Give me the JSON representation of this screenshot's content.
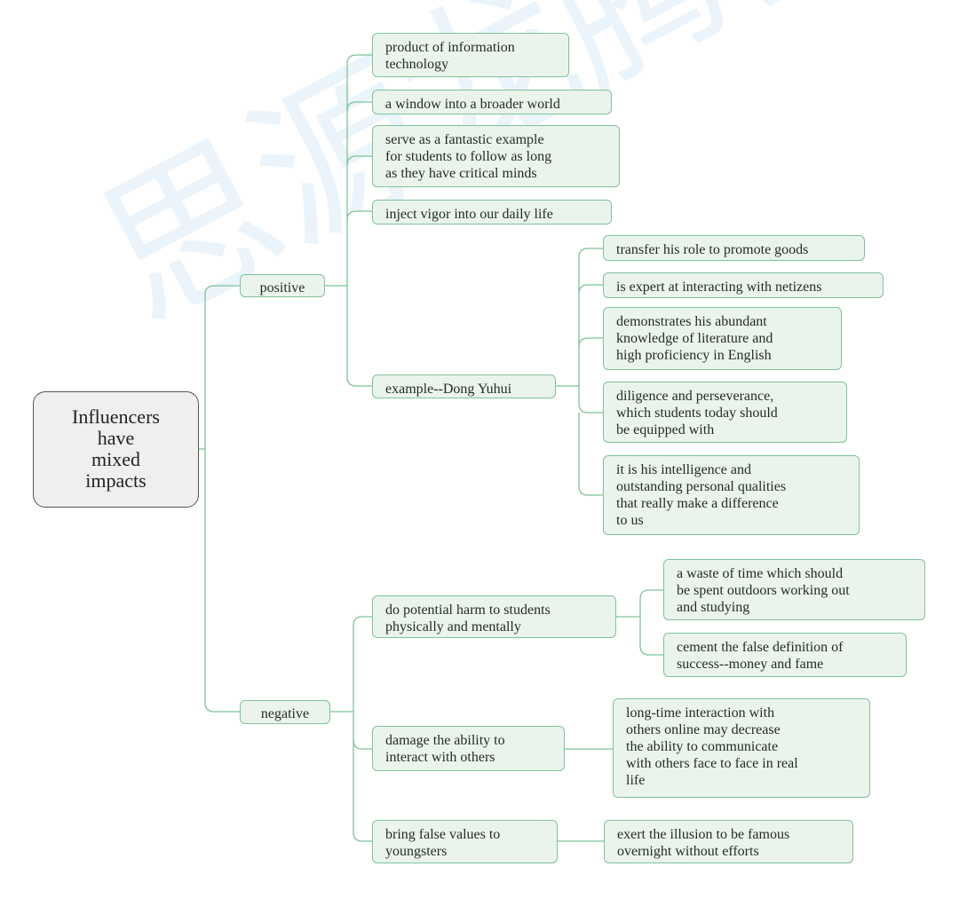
{
  "watermark": "思源龙腾教育",
  "root": "Influencers\nhave\nmixed\nimpacts",
  "positive": {
    "label": "positive",
    "items": [
      "product of information\ntechnology",
      "a window into a broader world",
      "serve as a fantastic example\nfor students to follow as long\nas they have critical minds",
      "inject vigor into our daily life"
    ],
    "example": {
      "label": "example--Dong Yuhui",
      "items": [
        "transfer his role to promote goods",
        "is  expert at interacting with netizens",
        "demonstrates his abundant\nknowledge of literature and\nhigh proficiency in English",
        "diligence and perseverance,\nwhich students today should\nbe equipped with",
        "it is his intelligence and\noutstanding personal qualities\nthat really make a difference\nto us"
      ]
    }
  },
  "negative": {
    "label": "negative",
    "items": [
      {
        "label": "do potential harm to students\nphysically and mentally",
        "children": [
          "a waste of  time which should\nbe spent outdoors working out\nand studying",
          "cement the false definition of\nsuccess--money and fame"
        ]
      },
      {
        "label": "damage the ability to\n interact with others",
        "children": [
          "long-time interaction with\nothers online may decrease\nthe ability to communicate\nwith others face to face in real\nlife"
        ]
      },
      {
        "label": "bring false values to\nyoungsters",
        "children": [
          "exert the illusion to be famous\novernight without efforts"
        ]
      }
    ]
  }
}
